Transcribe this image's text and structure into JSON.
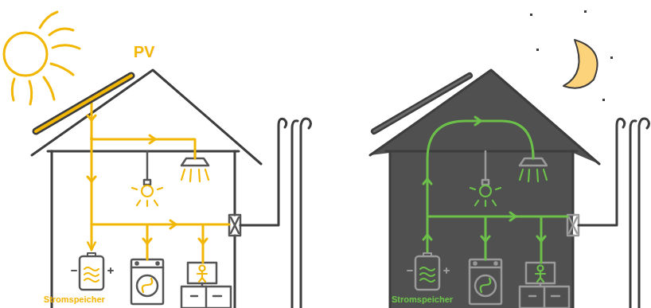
{
  "diagram": {
    "nodes": [
      {
        "text": [
          "PV"
        ]
      },
      {
        "text": [
          "Stromspeicher"
        ]
      },
      {
        "text": [
          "Stromspeicher"
        ]
      }
    ],
    "edges": [
      {
        "from": 0,
        "to": 1,
        "arrow": "to"
      }
    ]
  }
}
